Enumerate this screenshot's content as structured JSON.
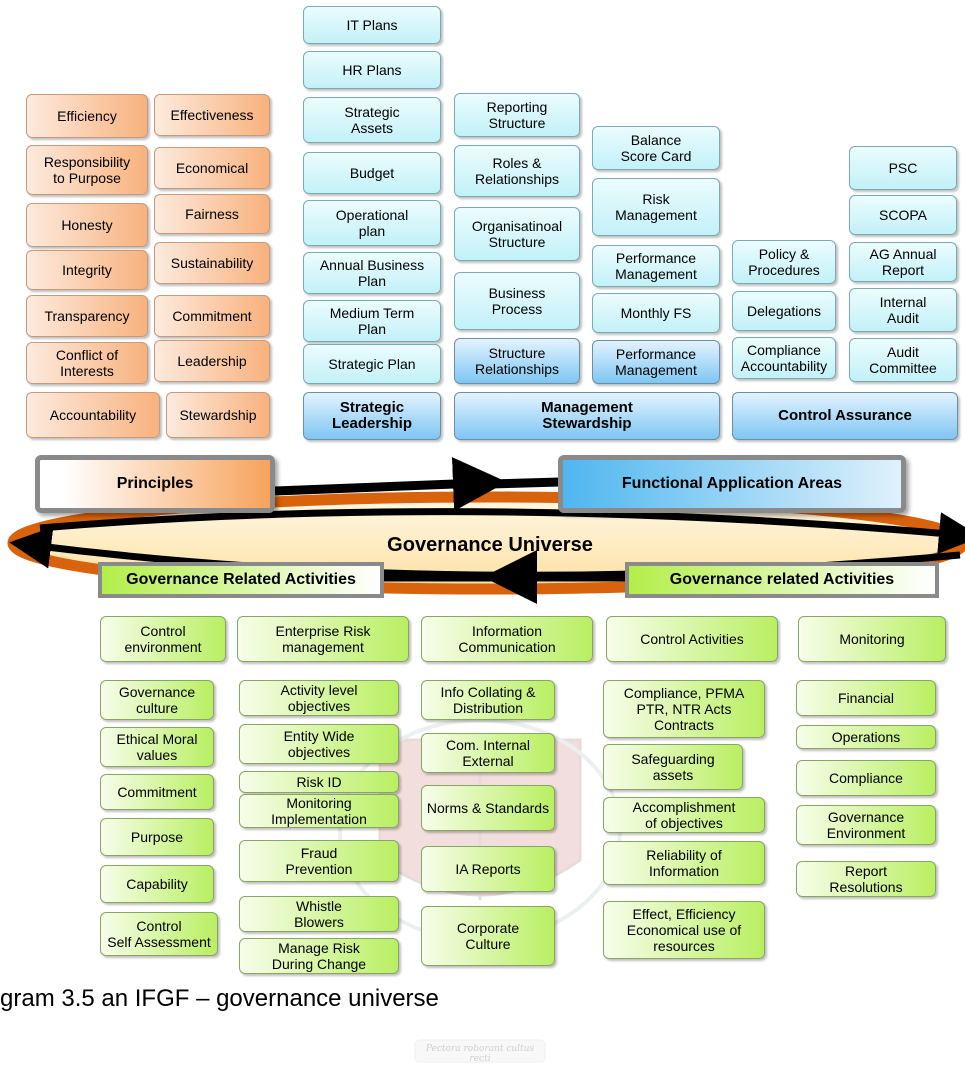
{
  "principles": {
    "header": "Principles",
    "left": [
      "Efficiency",
      "Responsibility\nto Purpose",
      "Honesty",
      "Integrity",
      "Transparency",
      "Conflict of\nInterests",
      "Accountability"
    ],
    "right": [
      "Effectiveness",
      "Economical",
      "Fairness",
      "Sustainability",
      "Commitment",
      "Leadership",
      "Stewardship"
    ]
  },
  "strategic_leadership": {
    "header": "Strategic\nLeadership",
    "items": [
      "IT Plans",
      "HR Plans",
      "Strategic\nAssets",
      "Budget",
      "Operational\nplan",
      "Annual Business\nPlan",
      "Medium Term\nPlan",
      "Strategic Plan"
    ]
  },
  "management_stewardship": {
    "header": "Management\nStewardship",
    "col1": [
      "Reporting\nStructure",
      "Roles &\nRelationships",
      "Organisatinoal\nStructure",
      "Business\nProcess",
      "Structure\nRelationships"
    ],
    "col2": [
      "Balance\nScore Card",
      "Risk\nManagement",
      "Performance\nManagement",
      "Monthly FS",
      "Performance\nManagement"
    ]
  },
  "control_assurance": {
    "header": "Control Assurance",
    "col1": [
      "Policy &\nProcedures",
      "Delegations",
      "Compliance\nAccountability"
    ],
    "col2": [
      "PSC",
      "SCOPA",
      "AG Annual\nReport",
      "Internal\nAudit",
      "Audit\nCommittee"
    ]
  },
  "functional_areas": "Functional Application Areas",
  "universe": "Governance Universe",
  "gra_left": "Governance Related Activities",
  "gra_right": "Governance related Activities",
  "activities": {
    "control_environment": {
      "header": "Control\nenvironment",
      "items": [
        "Governance\nculture",
        "Ethical Moral\nvalues",
        "Commitment",
        "Purpose",
        "Capability",
        "Control\nSelf Assessment"
      ]
    },
    "erm": {
      "header": "Enterprise Risk\nmanagement",
      "items": [
        "Activity level\nobjectives",
        "Entity Wide\nobjectives",
        "Risk ID",
        "Monitoring\nImplementation",
        "Fraud\nPrevention",
        "Whistle\nBlowers",
        "Manage Risk\nDuring Change"
      ]
    },
    "info": {
      "header": "Information\nCommunication",
      "items": [
        "Info Collating &\nDistribution",
        "Com. Internal\nExternal",
        "Norms & Standards",
        "IA Reports",
        "Corporate\nCulture"
      ]
    },
    "control_activities": {
      "header": "Control Activities",
      "items": [
        "Compliance, PFMA\nPTR, NTR Acts\nContracts",
        "Safeguarding\nassets",
        "Accomplishment\nof objectives",
        "Reliability of\nInformation",
        "Effect, Efficiency\nEconomical use of\nresources"
      ]
    },
    "monitoring": {
      "header": "Monitoring",
      "items": [
        "Financial",
        "Operations",
        "Compliance",
        "Governance\nEnvironment",
        "Report\nResolutions"
      ]
    }
  },
  "caption": "gram 3.5 an IFGF – governance universe",
  "watermark_motto": "Pectora roborant cultus recti",
  "colors": {
    "orange": "#f7b27e",
    "cyan": "#c2f1f8",
    "blue": "#7ec6f2",
    "green": "#b9ef62",
    "ring": "#d9620c"
  }
}
